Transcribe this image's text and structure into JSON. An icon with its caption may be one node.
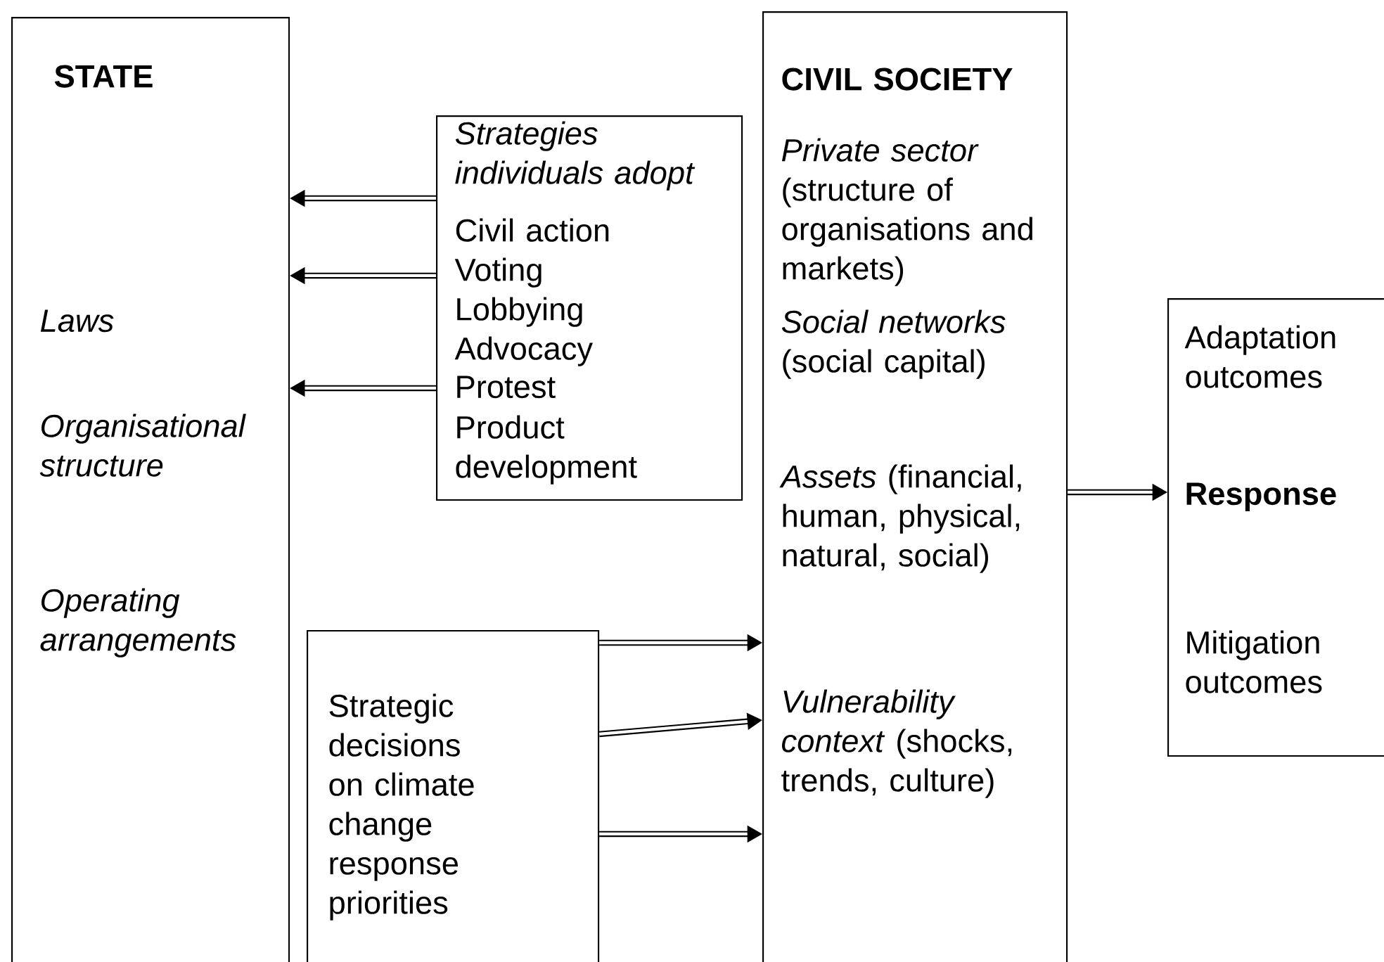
{
  "diagram": {
    "nodes": [
      {
        "text": [
          "STATE",
          "Laws",
          "Organisational structure",
          "Operating arrangements"
        ]
      },
      {
        "text": [
          "Strategies individuals adopt",
          "Civil action",
          "Voting",
          "Lobbying",
          "Advocacy",
          "Protest",
          "Product development"
        ]
      },
      {
        "text": [
          "CIVIL SOCIETY",
          "*Private sector* (structure of organisations and markets)",
          "*Social networks* (social capital)",
          "*Assets* (financial, human, physical, natural, social)",
          "*Vulnerability context* (shocks, trends, culture)"
        ]
      },
      {
        "text": [
          "Strategic decisions on climate change response priorities"
        ]
      },
      {
        "text": [
          "Adaptation outcomes",
          "Response",
          "Mitigation outcomes"
        ]
      }
    ],
    "edges": [
      {
        "from": 1,
        "to": 0,
        "arrow": "to"
      },
      {
        "from": 1,
        "to": 0,
        "arrow": "to"
      },
      {
        "from": 1,
        "to": 0,
        "arrow": "to"
      },
      {
        "from": 3,
        "to": 2,
        "arrow": "to"
      },
      {
        "from": 3,
        "to": 2,
        "arrow": "to"
      },
      {
        "from": 3,
        "to": 2,
        "arrow": "to"
      },
      {
        "from": 2,
        "to": 4,
        "arrow": "to"
      }
    ]
  }
}
